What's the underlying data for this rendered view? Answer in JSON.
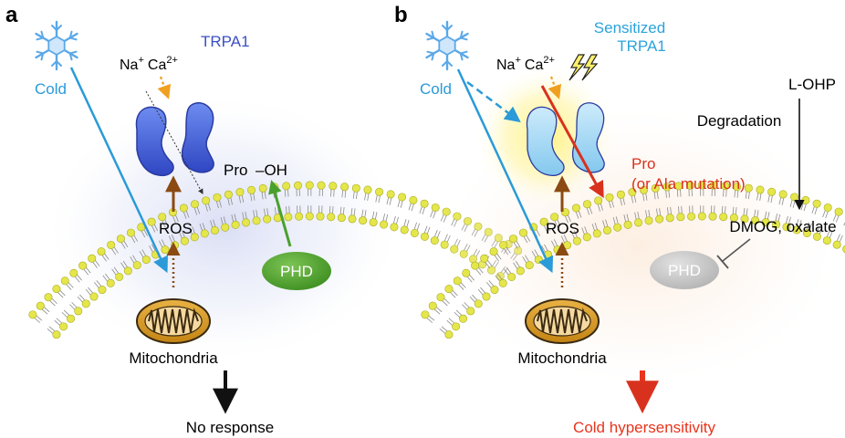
{
  "colors": {
    "cold_blue": "#2a9ad8",
    "trpa1_blue": "#3b4fc4",
    "sensitized_blue": "#2ba3dc",
    "ros_brown": "#8a4a12",
    "phd_green": "#4aa02c",
    "oh_green": "#5a9a22",
    "pro_red": "#d8321e",
    "hypersensitivity_red": "#e8341c",
    "channel_blue": "#4a6fe0",
    "channel_light": "#9fd6f2",
    "membrane_yellow": "#e4e64a",
    "mitochondria_tan": "#d49a2c",
    "phd_gray": "#c8c8c8",
    "inhibitor_gray": "#555555"
  },
  "icons": [
    "snowflake-icon",
    "lightning-icon",
    "mitochondria-icon",
    "ion-channel-icon"
  ],
  "panel_a": {
    "letter": "a",
    "cold_label": "Cold",
    "channel_label": "TRPA1",
    "ions": {
      "na": "Na",
      "na_sup": "+",
      "ca": "Ca",
      "ca_sup": "2+"
    },
    "pro_label": "Pro",
    "oh_label": "–OH",
    "ros_label": "ROS",
    "phd_label": "PHD",
    "mito_label": "Mitochondria",
    "outcome_label": "No response"
  },
  "panel_b": {
    "letter": "b",
    "cold_label": "Cold",
    "channel_label_line1": "Sensitized",
    "channel_label_line2": "TRPA1",
    "ions": {
      "na": "Na",
      "na_sup": "+",
      "ca": "Ca",
      "ca_sup": "2+"
    },
    "pro_label": "Pro",
    "mutation_label": "(or Ala mutation)",
    "ros_label": "ROS",
    "loxp_label": "L-OHP",
    "degradation_label": "Degradation",
    "inhibitor_label": "DMOG, oxalate",
    "phd_label": "PHD",
    "mito_label": "Mitochondria",
    "outcome_label": "Cold hypersensitivity"
  }
}
